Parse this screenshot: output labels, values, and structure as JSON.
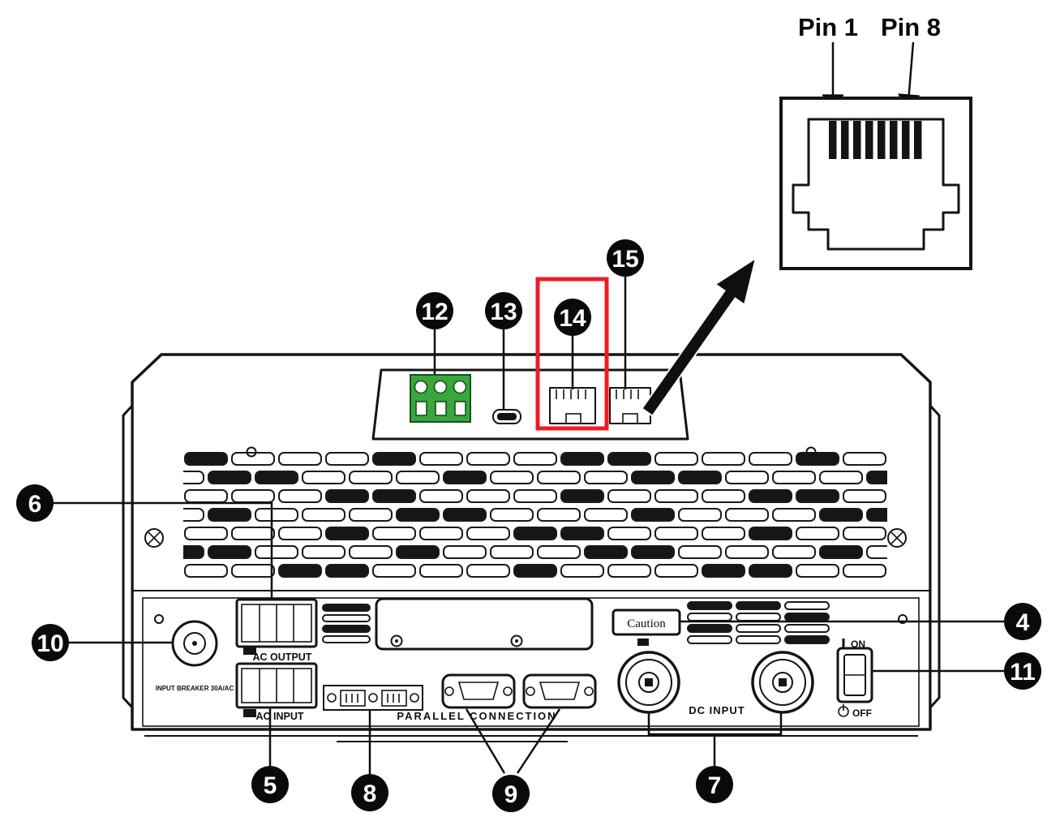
{
  "diagram": {
    "connector_detail": {
      "pin1_label": "Pin 1",
      "pin8_label": "Pin 8"
    },
    "panel": {
      "ac_output_label": "AC OUTPUT",
      "ac_input_label": "AC INPUT",
      "parallel_connection_label": "PARALLEL CONNECTION",
      "dc_input_label": "DC INPUT",
      "caution_label": "Caution",
      "breaker_label": "INPUT BREAKER 30A/AC",
      "switch_on_label": "ON",
      "switch_off_label": "OFF"
    },
    "callouts": [
      {
        "number": "4"
      },
      {
        "number": "5"
      },
      {
        "number": "6"
      },
      {
        "number": "7"
      },
      {
        "number": "8"
      },
      {
        "number": "9"
      },
      {
        "number": "10"
      },
      {
        "number": "11"
      },
      {
        "number": "12"
      },
      {
        "number": "13"
      },
      {
        "number": "14"
      },
      {
        "number": "15"
      }
    ],
    "colors": {
      "highlight_red": "#ec1c24",
      "terminal_green": "#3aa63e",
      "line": "#111111"
    }
  }
}
